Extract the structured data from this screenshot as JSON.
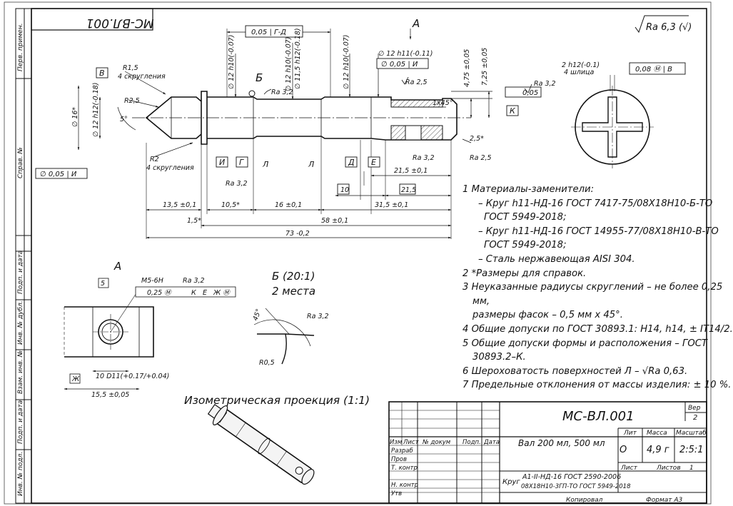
{
  "drawing": {
    "doc_code_top": "МС-ВЛ.001",
    "roughness_general": "Ra 6,3 (√)",
    "side_labels": [
      "Перв. примен.",
      "Справ. №",
      "Подп. и дата",
      "Инв. № дубл.",
      "Взам. инв. №",
      "Подп. и дата",
      "Инв. № подл."
    ]
  },
  "main_view": {
    "diameters": [
      "∅ 12 h10(-0.07)",
      "∅ 12 h10(-0.07)",
      "∅ 11,5 h12(-0.18)",
      "∅ 12 h10(-0.07)",
      "∅ 12 h11(-0.11)",
      "∅ 16*",
      "∅ 12 h12(-0.18)"
    ],
    "dims": [
      "13,5 ±0,1",
      "10,5*",
      "16 ±0,1",
      "31,5 ±0,1",
      "58 ±0,1",
      "73 -0,2",
      "1,5*",
      "10",
      "21,5",
      "21,5 ±0,1",
      "4,75 ±0,05",
      "7,25 ±0,05",
      "2,5*",
      "1x45°",
      "2 h12(-0.1)",
      "4 шлица"
    ],
    "callouts": [
      "R1,5",
      "4 скругления",
      "R2,5",
      "5°",
      "R2",
      "4 скругления",
      "Б",
      "А"
    ],
    "roughness": [
      "Ra 3,2",
      "Ra 2,5",
      "Ra 3,2",
      "Ra 3,2",
      "Ra 2,5",
      "Ra 3,2"
    ],
    "datums": [
      "В",
      "И",
      "Г",
      "Л",
      "Л",
      "Д",
      "Е",
      "К"
    ],
    "tolerances": [
      "0,05 | Г-Д",
      "∅ 0,05 | И",
      "∅ 0,05 | И",
      "0,05",
      "0,08 Ⓜ | В"
    ]
  },
  "view_a": {
    "title": "А",
    "labels": [
      "5",
      "М5-6Н",
      "Ra 3,2",
      "0,25 Ⓜ",
      "К",
      "Е",
      "Ж Ⓜ",
      "Ж",
      "10 D11(+0.17/+0.04)",
      "15,5 ±0,05"
    ]
  },
  "view_b": {
    "title": "Б (20:1)",
    "subtitle": "2 места",
    "labels": [
      "45°",
      "Ra 3,2",
      "R0,5"
    ]
  },
  "iso": {
    "title": "Изометрическая проекция (1:1)"
  },
  "notes": [
    "1  Материалы-заменители:",
    "– Круг h11-НД-16 ГОСТ 7417-75/08Х18Н10-Б-ТО",
    "ГОСТ 5949-2018;",
    "– Круг h11-НД-16 ГОСТ 14955-77/08Х18Н10-В-ТО",
    "ГОСТ 5949-2018;",
    "– Сталь нержавеющая AISI 304.",
    "2  *Размеры для справок.",
    "3  Неуказанные радиусы скруглений – не более 0,25",
    "мм,",
    "размеры фасок – 0,5 мм х 45°.",
    "4  Общие допуски по ГОСТ 30893.1: H14, h14, ± IT14/2.",
    "5  Общие допуски формы и расположения – ГОСТ",
    "30893.2–К.",
    "6  Шероховатость поверхностей Л – √Ra 0,63.",
    "7  Предельные отклонения от массы изделия: ± 10 %."
  ],
  "title_block": {
    "doc_code": "МС-ВЛ.001",
    "ver_label": "Вер",
    "ver_value": "2",
    "name": "Вал 200 мл, 500 мл",
    "col_headers": [
      "Изм",
      "Лист",
      "№ докум",
      "Подп.",
      "Дата"
    ],
    "roles": [
      "Разраб",
      "Пров",
      "Т. контр",
      "Н. контр",
      "Утв"
    ],
    "lit_label": "Лит",
    "mass_label": "Масса",
    "scale_label": "Масштаб",
    "lit_value": "О",
    "mass_value": "4,9 г",
    "scale_value": "2:5:1",
    "sheet_label": "Лист",
    "sheets_label": "Листов",
    "sheets_value": "1",
    "material_prefix": "Круг",
    "material_line1": "А1-II-НД-16 ГОСТ 2590-2006",
    "material_line2": "08Х18Н10-3ГП-ТО ГОСТ 5949-2018",
    "copied": "Копировал",
    "format": "Формат  А3"
  }
}
